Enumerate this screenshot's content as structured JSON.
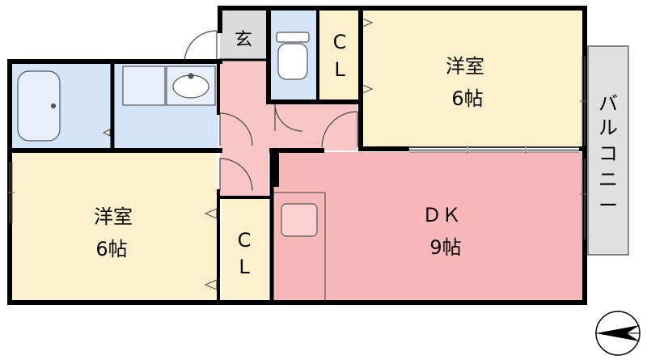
{
  "colors": {
    "western_room": "#fdf0cc",
    "dk": "#f8b7b8",
    "entry_hall": "#f9c6c8",
    "wet_area": "#d5e5f8",
    "genkan": "#dcdcdc",
    "balcony": "#e0e0e0",
    "wall": "#000000"
  },
  "rooms": {
    "genkan": "玄",
    "closet_top": [
      "C",
      "L"
    ],
    "closet_bottom": [
      "C",
      "L"
    ],
    "western_top": [
      "洋室",
      "6帖"
    ],
    "western_left": [
      "洋室",
      "6帖"
    ],
    "dk": [
      "ＤＫ",
      "9帖"
    ],
    "balcony": [
      "バ",
      "ル",
      "コ",
      "ニ",
      "ー"
    ]
  },
  "compass": {
    "icon": "north-arrow-icon"
  }
}
